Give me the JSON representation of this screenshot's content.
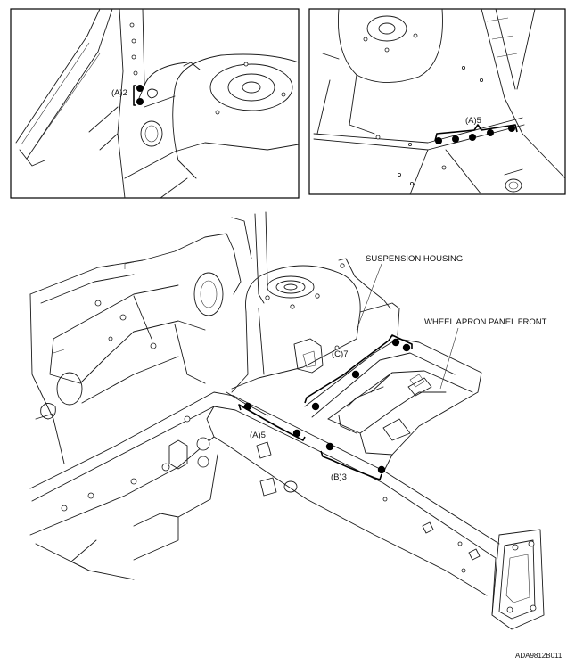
{
  "labels": {
    "suspension_housing": "SUSPENSION HOUSING",
    "wheel_apron_panel_front": "WHEEL APRON PANEL FRONT",
    "inset_left_callout": "(A)2",
    "inset_right_callout": "(A)5",
    "main_callout_a": "(A)5",
    "main_callout_b": "(B)3",
    "main_callout_c": "(C)7",
    "figure_code": "ADA9812B011"
  },
  "weld_groups": [
    {
      "id": "A",
      "count_left_inset": 2,
      "count_right_inset": 5,
      "count_main": 5
    },
    {
      "id": "B",
      "count_main": 3
    },
    {
      "id": "C",
      "count_main": 7
    }
  ]
}
